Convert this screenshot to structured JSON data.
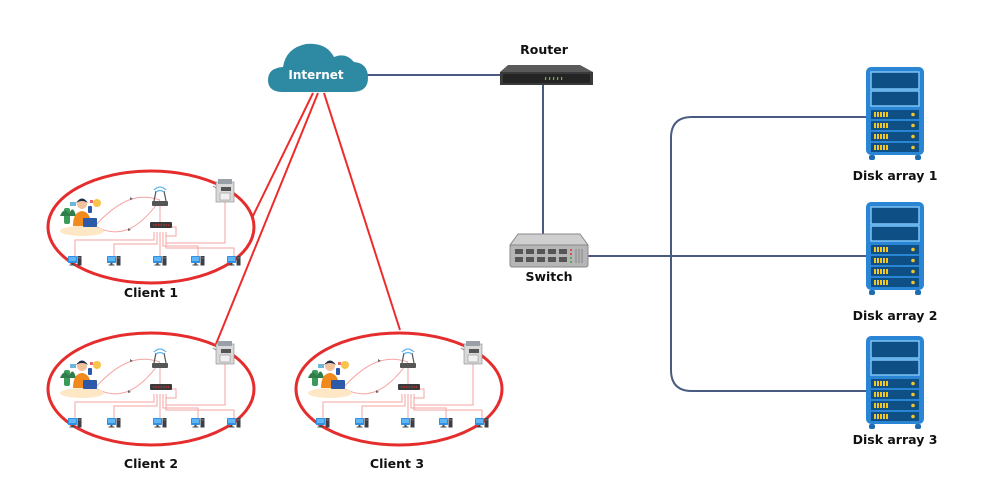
{
  "title": "Network topology diagram",
  "colors": {
    "cloud": "#2e8aa3",
    "backbone_line": "#4a5a80",
    "internet_link": "#ee2b2b",
    "client_ring": "#e52d2d",
    "lan_cable": "#f6a3a3",
    "server_body": "#2a86d4",
    "server_panel": "#0e4f86",
    "server_led": "#f3c623",
    "router_body": "#3a3a3a",
    "switch_body": "#b5b5b5"
  },
  "nodes": {
    "internet": {
      "label": "Internet",
      "icon": "cloud-icon"
    },
    "router": {
      "label": "Router",
      "icon": "router-icon"
    },
    "switch": {
      "label": "Switch",
      "icon": "network-switch-icon"
    },
    "disk_arrays": [
      {
        "label": "Disk array 1",
        "icon": "server-rack-icon"
      },
      {
        "label": "Disk array 2",
        "icon": "server-rack-icon"
      },
      {
        "label": "Disk array 3",
        "icon": "server-rack-icon"
      }
    ],
    "clients": [
      {
        "label": "Client 1",
        "workstations": 5,
        "devices": [
          "user-with-laptop",
          "wifi-access-point",
          "printer",
          "lan-switch"
        ]
      },
      {
        "label": "Client 2",
        "workstations": 5,
        "devices": [
          "user-with-laptop",
          "wifi-access-point",
          "printer",
          "lan-switch"
        ]
      },
      {
        "label": "Client 3",
        "workstations": 5,
        "devices": [
          "user-with-laptop",
          "wifi-access-point",
          "printer",
          "lan-switch"
        ]
      }
    ]
  },
  "links": [
    {
      "from": "Internet",
      "to": "Router",
      "style": "backbone"
    },
    {
      "from": "Router",
      "to": "Switch",
      "style": "backbone"
    },
    {
      "from": "Switch",
      "to": "Disk array 1",
      "style": "backbone"
    },
    {
      "from": "Switch",
      "to": "Disk array 2",
      "style": "backbone"
    },
    {
      "from": "Switch",
      "to": "Disk array 3",
      "style": "backbone"
    },
    {
      "from": "Internet",
      "to": "Client 1",
      "style": "internet"
    },
    {
      "from": "Internet",
      "to": "Client 2",
      "style": "internet"
    },
    {
      "from": "Internet",
      "to": "Client 3",
      "style": "internet"
    }
  ]
}
